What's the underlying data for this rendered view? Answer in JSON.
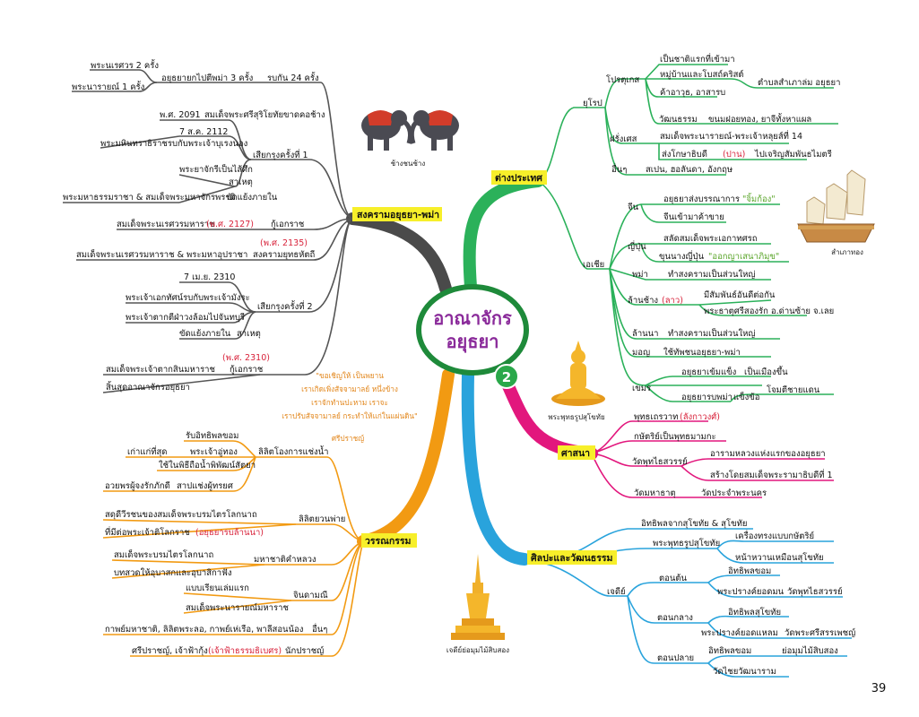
{
  "center": {
    "title_line1": "อาณาจักร",
    "title_line2": "อยุธยา",
    "badge": "2"
  },
  "page_number": "39",
  "captions": {
    "elephants": "ช้างชนช้าง",
    "junk": "สำเภาทอง",
    "buddha": "พระพุทธรูปสุโขทัย",
    "chedi": "เจดีย์ย่อมุมไม้สิบสอง"
  },
  "quote": {
    "lines": [
      "\"ขอเชิญให้ เป็นพยาน",
      "เราเกิดเพิ่งสัจจามาลย์ หนึ่งข้าง",
      "เราจักทำนปะหาม เราจะ",
      "เราปรับสัจจามาลย์ กระทำให้แก่ในแผ่นดิน\""
    ],
    "author": "ศรีปราชญ์"
  },
  "branches": {
    "war": {
      "title": "สงครามอยุธยา-พม่า",
      "items": [
        "พระนเรศวร 2 ครั้ง",
        "อยุธยายกไปตีพม่า 3 ครั้ง",
        "พระนารายณ์ 1 ครั้ง",
        "รบกัน 24 ครั้ง",
        "พ.ศ. 2091",
        "สมเด็จพระศรีสุริโยทัยขาดคอช้าง",
        "7 ส.ค. 2112",
        "พระมหินทราธิราชรบกับพระเจ้าบุเรงนอง",
        "เสียกรุงครั้งที่ 1",
        "พระยาจักรีเป็นไส้ศึก",
        "สาเหตุ",
        "พระมหาธรรมราชา & สมเด็จพระมหาจักรพรรดิ",
        "ขัดแย้งภายใน",
        "สมเด็จพระนเรศวรมหาราช",
        "(พ.ศ. 2127)",
        "กู้เอกราช",
        "(พ.ศ. 2135)",
        "สมเด็จพระนเรศวรมหาราช & พระมหาอุปราชา",
        "สงครามยุทธหัตถี",
        "7 เม.ย. 2310",
        "พระเจ้าเอกทัศน์รบกับพระเจ้ามังระ",
        "เสียกรุงครั้งที่ 2",
        "พระเจ้าตากตีฝ่าวงล้อมไปจันทบุรี",
        "ขัดแย้งภายใน",
        "สาเหตุ",
        "(พ.ศ. 2310)",
        "สมเด็จพระเจ้าตากสินมหาราช",
        "กู้เอกราช",
        "สิ้นสุดอาณาจักรอยุธยา"
      ]
    },
    "foreign": {
      "title": "ต่างประเทศ",
      "items": [
        "ยุโรป",
        "โปรตุเกส",
        "เป็นชาติแรกที่เข้ามา",
        "หมู่บ้านและโบสถ์คริสต์",
        "ตำบลสำเภาล่ม อยุธยา",
        "ค้าอาวุธ, อาสารบ",
        "วัฒนธรรม",
        "ขนมฝอยทอง, ยาจีทั้งหาแผล",
        "ฝรั่งเศส",
        "สมเด็จพระนารายณ์-พระเจ้าหลุยส์ที่ 14",
        "ส่งโกษาธิบดี",
        "(ปาน)",
        "ไปเจริญสัมพันธไมตรี",
        "อื่นๆ",
        "สเปน, ฮอลันดา, อังกฤษ",
        "เอเชีย",
        "จีน",
        "อยุธยาส่งบรรณาการ",
        "\"จิ้มก้อง\"",
        "จีนเข้ามาค้าขาย",
        "ญี่ปุ่น",
        "สลัดสมเด็จพระเอกาทศรถ",
        "ขุนนางญี่ปุ่น",
        "\"ออกญาเสนาภิมุข\"",
        "พม่า",
        "ทำสงครามเป็นส่วนใหญ่",
        "ล้านช้าง",
        "(ลาว)",
        "มีสัมพันธ์อันดีต่อกัน",
        "พระธาตุศรีสองรัก อ.ด่านซ้าย จ.เลย",
        "ล้านนา",
        "ทำสงครามเป็นส่วนใหญ่",
        "มอญ",
        "ใช้ทัพชนอยุธยา-พม่า",
        "เขมร",
        "อยุธยาเข้มแข็ง",
        "เป็นเมืองขึ้น",
        "อยุธยารบพม่า",
        "แข็งข้อ",
        "โจมตีชายแดน"
      ]
    },
    "religion": {
      "title": "ศาสนา",
      "items": [
        "พุทธเถรวาท",
        "(ลังกาวงศ์)",
        "กษัตริย์เป็นพุทธมามกะ",
        "อารามหลวงแห่งแรกของอยุธยา",
        "วัดพุทไธสวรรย์",
        "สร้างโดยสมเด็จพระรามาธิบดีที่ 1",
        "วัดมหาธาตุ",
        "วัดประจำพระนคร"
      ]
    },
    "art": {
      "title": "ศิลปะและวัฒนธรรม",
      "items": [
        "อิทธิพลจากสุโขทัย & สุโขทัย",
        "พระพุทธรูปสุโขทัย",
        "เครื่องทรงแบบกษัตริย์",
        "หน้าหวานเหมือนสุโขทัย",
        "เจดีย์",
        "ตอนต้น",
        "อิทธิพลขอม",
        "พระปรางค์ยอดมน",
        "วัดพุทไธสวรรย์",
        "ตอนกลาง",
        "อิทธิพลสุโขทัย",
        "พระปรางค์ยอดแหลม",
        "วัดพระศรีสรรเพชญ์",
        "ตอนปลาย",
        "อิทธิพลขอม",
        "ย่อมุมไม้สิบสอง",
        "วัดไชยวัฒนาราม"
      ]
    },
    "literature": {
      "title": "วรรณกรรม",
      "items": [
        "รับอิทธิพลขอม",
        "เก่าแก่ที่สุด",
        "พระเจ้าอู่ทอง",
        "ใช้ในพิธีถือน้ำพิพัฒน์สัตยา",
        "ลิลิตโองการแช่งน้ำ",
        "อวยพรผู้จงรักภักดี",
        "สาปแช่งผู้ทรยศ",
        "สดุดีวีรชนของสมเด็จพระบรมไตรโลกนาถ",
        "ลิลิตยวนพ่าย",
        "ที่มีต่อพระเจ้าติโลกราช",
        "(อยุธยารบล้านนา)",
        "สมเด็จพระบรมไตรโลกนาถ",
        "มหาชาติคำหลวง",
        "บทสวดให้อุบาสกและอุบาสิกาฟัง",
        "แบบเรียนเล่มแรก",
        "จินดามณี",
        "สมเด็จพระนารายณ์มหาราช",
        "กาพย์มหาชาติ, ลิลิตพระลอ, กาพย์เห่เรือ, พาลีสอนน้อง",
        "อื่นๆ",
        "ศรีปราชญ์, เจ้าฟ้ากุ้ง",
        "(เจ้าฟ้าธรรมธิเบศร)",
        "นักปราชญ์"
      ]
    }
  },
  "colors": {
    "war": "#4a4a4a",
    "foreign": "#2bb15a",
    "religion": "#e2177d",
    "art": "#29a3dc",
    "literature": "#f29a12",
    "center_border": "#1e8a3a",
    "badge": "#2aa84a",
    "title_bg": "#f7ef2a",
    "red_text": "#d8223a",
    "green_text": "#5aa52a",
    "quote": "#e2861b"
  }
}
